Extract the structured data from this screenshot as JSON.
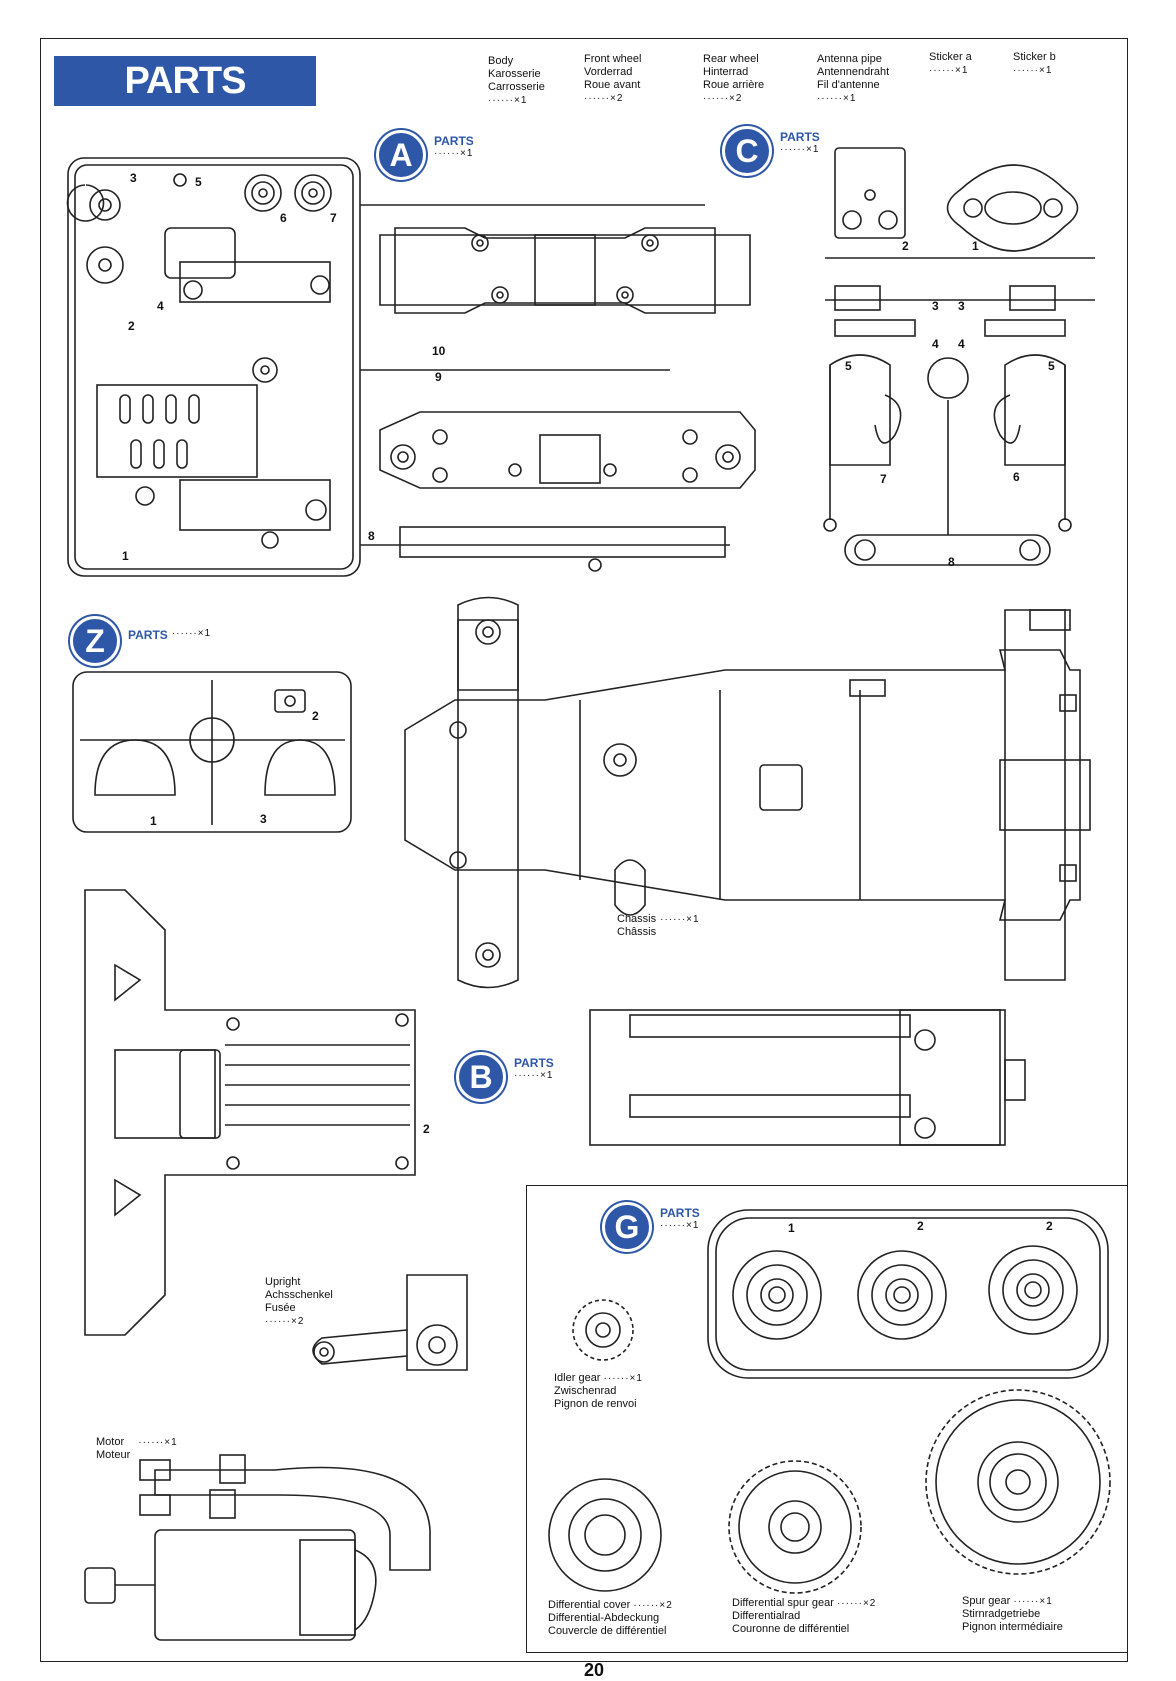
{
  "header": {
    "title": "PARTS"
  },
  "top_parts": [
    {
      "lines": [
        "Body",
        "Karosserie",
        "Carrosserie"
      ],
      "qty": "······×1"
    },
    {
      "lines": [
        "Front wheel",
        "Vorderrad",
        "Roue avant"
      ],
      "qty": "······×2"
    },
    {
      "lines": [
        "Rear wheel",
        "Hinterrad",
        "Roue arrière"
      ],
      "qty": "······×2"
    },
    {
      "lines": [
        "Antenna pipe",
        "Antennendraht",
        "Fil d'antenne"
      ],
      "qty": "······×1"
    },
    {
      "lines": [
        "Sticker a"
      ],
      "qty": "······×1"
    },
    {
      "lines": [
        "Sticker b"
      ],
      "qty": "······×1"
    }
  ],
  "parts_trees": {
    "A": {
      "letter": "A",
      "label": "PARTS",
      "qty": "······×1",
      "numbers": [
        "3",
        "5",
        "6",
        "7",
        "4",
        "2",
        "10",
        "9",
        "8",
        "1"
      ]
    },
    "C": {
      "letter": "C",
      "label": "PARTS",
      "qty": "······×1",
      "numbers": [
        "2",
        "1",
        "3",
        "3",
        "4",
        "4",
        "5",
        "5",
        "7",
        "6",
        "8"
      ]
    },
    "Z": {
      "letter": "Z",
      "label": "PARTS",
      "qty": "······×1",
      "numbers": [
        "2",
        "1",
        "3"
      ]
    },
    "B": {
      "letter": "B",
      "label": "PARTS",
      "qty": "······×1",
      "numbers": [
        "2"
      ]
    },
    "G": {
      "letter": "G",
      "label": "PARTS",
      "qty": "······×1",
      "numbers": [
        "1",
        "2",
        "2"
      ]
    }
  },
  "chassis": {
    "lines": [
      "Chassis",
      "Châssis"
    ],
    "qty": "······×1"
  },
  "upright": {
    "lines": [
      "Upright",
      "Achsschenkel",
      "Fusée"
    ],
    "qty": "······×2"
  },
  "motor": {
    "lines": [
      "Motor",
      "Moteur"
    ],
    "qty": "······×1"
  },
  "idler_gear": {
    "lines": [
      "Idler gear",
      "Zwischenrad",
      "Pignon de renvoi"
    ],
    "qty": "······×1"
  },
  "diff_cover": {
    "lines": [
      "Differential cover",
      "Differential-Abdeckung",
      "Couvercle de différentiel"
    ],
    "qty": "······×2"
  },
  "diff_spur": {
    "lines": [
      "Differential spur gear",
      "Differentialrad",
      "Couronne de différentiel"
    ],
    "qty": "······×2"
  },
  "spur_gear": {
    "lines": [
      "Spur gear",
      "Stirnradgetriebe",
      "Pignon intermédiaire"
    ],
    "qty": "······×1"
  },
  "page_number": "20"
}
